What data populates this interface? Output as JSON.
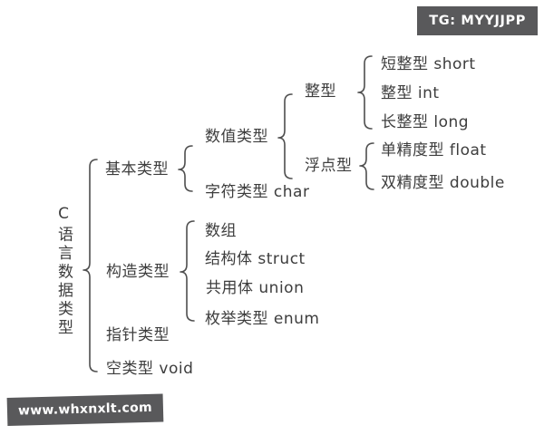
{
  "colors": {
    "badge_bg": "#59595b",
    "badge_text": "#ffffff",
    "ink": "#3d3d3d",
    "line": "#4e4e4e",
    "background": "#ffffff"
  },
  "badges": {
    "telegram": "TG: MYYJJPP",
    "website": "www.whxnxlt.com"
  },
  "diagram": {
    "root": "C语言数据类型",
    "basic": {
      "label": "基本类型",
      "numeric": {
        "label": "数值类型",
        "integer": {
          "label": "整型",
          "items": [
            "短整型 short",
            "整型 int",
            "长整型 long"
          ]
        },
        "floating": {
          "label": "浮点型",
          "items": [
            "单精度型 float",
            "双精度型 double"
          ]
        }
      },
      "char_type": "字符类型 char"
    },
    "constructed": {
      "label": "构造类型",
      "items": [
        "数组",
        "结构体 struct",
        "共用体 union",
        "枚举类型 enum"
      ]
    },
    "pointer": "指针类型",
    "void_type": "空类型 void"
  }
}
